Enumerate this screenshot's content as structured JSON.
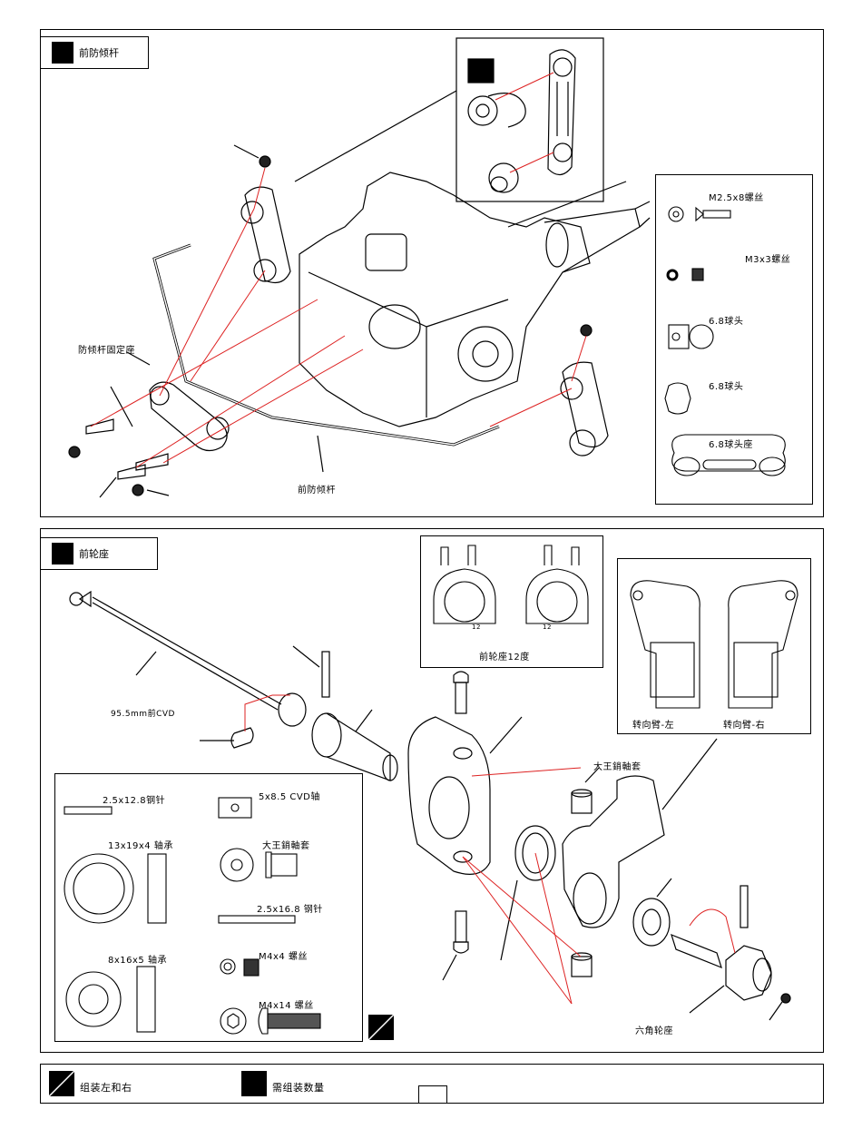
{
  "section1": {
    "title": "前防倾杆",
    "bar_label": "前防倾杆",
    "mount_label": "防倾杆固定座",
    "parts": [
      {
        "name": "M2.5x8螺丝",
        "icon": "screw-icon"
      },
      {
        "name": "M3x3螺丝",
        "icon": "set-screw-icon"
      },
      {
        "name": "6.8球头",
        "icon": "ball-stud-icon"
      },
      {
        "name": "6.8球头",
        "icon": "ball-icon"
      },
      {
        "name": "6.8球头座",
        "icon": "ball-cup-icon"
      }
    ]
  },
  "section2": {
    "title": "前轮座",
    "cvd_label": "95.5mm前CVD",
    "caster_label": "前轮座12度",
    "arm_left": "转向臂-左",
    "arm_right": "转向臂-右",
    "kingpin_label": "大王銷軸套",
    "hex_label": "六角轮座",
    "caster_marks": [
      "12",
      "12"
    ],
    "parts": [
      {
        "name": "2.5x12.8钢针"
      },
      {
        "name": "5x8.5 CVD轴"
      },
      {
        "name": "13x19x4 轴承"
      },
      {
        "name": "大王銷軸套"
      },
      {
        "name": "2.5x16.8 钢针"
      },
      {
        "name": "8x16x5 轴承"
      },
      {
        "name": "M4x4 螺丝"
      },
      {
        "name": "M4x14 螺丝"
      }
    ]
  },
  "legend": {
    "assemble_both": "组装左和右",
    "assembly_qty": "需组装数量"
  }
}
